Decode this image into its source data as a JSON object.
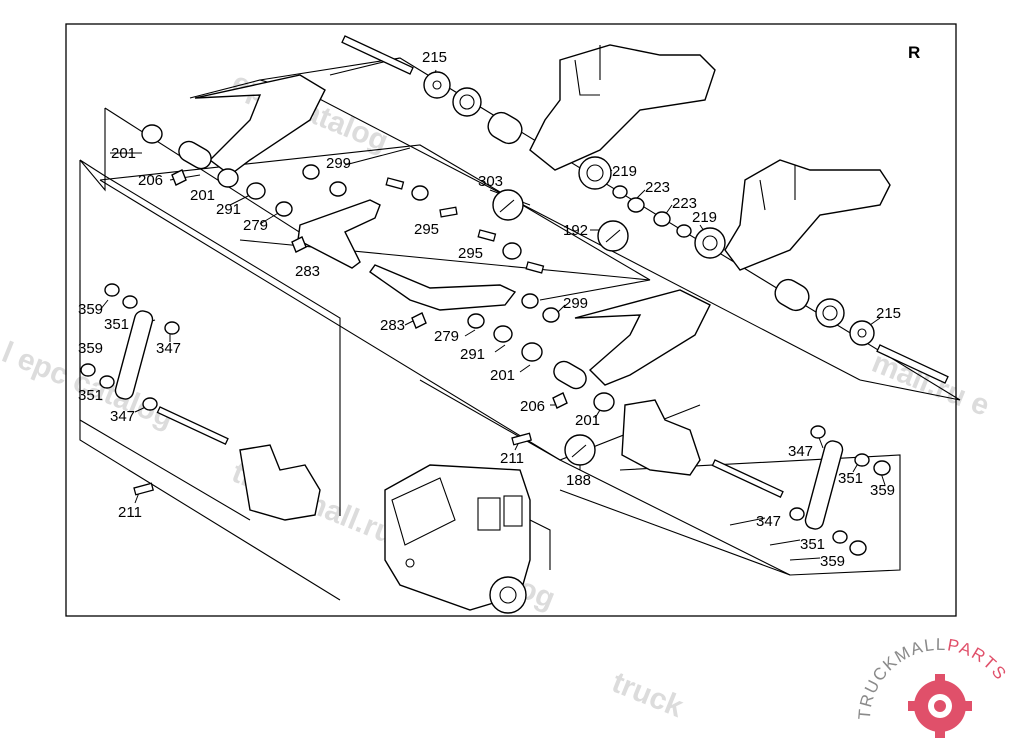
{
  "corner_label": "R",
  "watermark_text": "truckmall.ru epc catalog",
  "logo": {
    "text_main": "TRUCKMALL",
    "text_accent": "PARTS",
    "accent_color": "#e0506a"
  },
  "callouts": {
    "c215a": "215",
    "c215b": "215",
    "c201a": "201",
    "c201b": "201",
    "c201c": "201",
    "c201d": "201",
    "c206a": "206",
    "c206b": "206",
    "c291a": "291",
    "c291b": "291",
    "c279a": "279",
    "c279b": "279",
    "c283a": "283",
    "c283b": "283",
    "c299a": "299",
    "c299b": "299",
    "c303": "303",
    "c295a": "295",
    "c295b": "295",
    "c192": "192",
    "c219a": "219",
    "c219b": "219",
    "c223a": "223",
    "c223b": "223",
    "c359a": "359",
    "c359b": "359",
    "c359c": "359",
    "c359d": "359",
    "c351a": "351",
    "c351b": "351",
    "c351c": "351",
    "c351d": "351",
    "c347a": "347",
    "c347b": "347",
    "c347c": "347",
    "c347d": "347",
    "c211a": "211",
    "c211b": "211",
    "c188": "188"
  }
}
